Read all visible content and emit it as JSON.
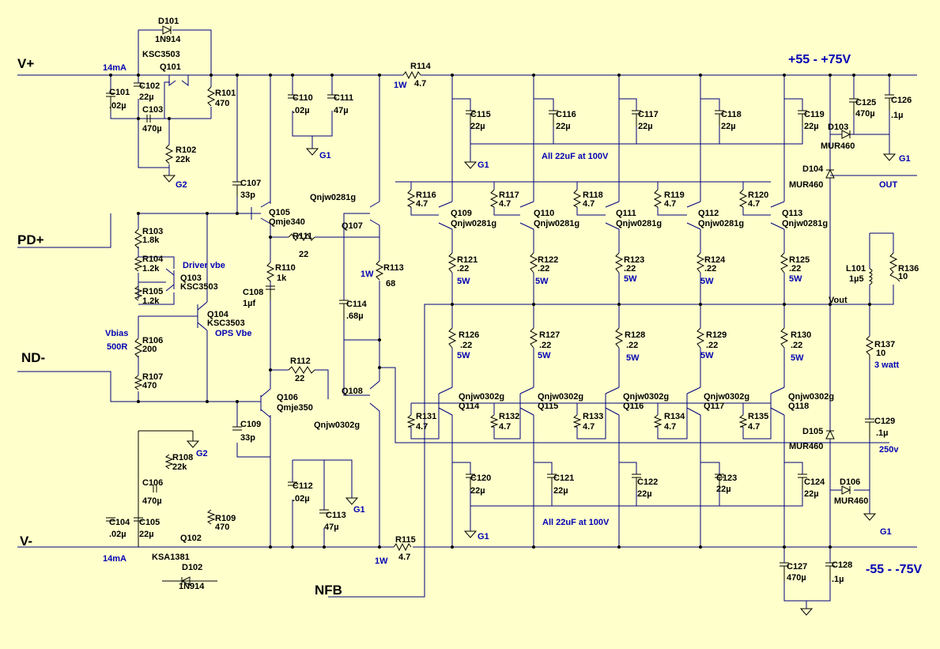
{
  "ports": {
    "vplus": "V+",
    "pdplus": "PD+",
    "ndminus": "ND-",
    "vminus": "V-",
    "nfb": "NFB",
    "out": "OUT",
    "vout": "Vout"
  },
  "rails": {
    "pos": "+55 -  +75V",
    "neg": "-55 -  -75V"
  },
  "notes": {
    "i_top": "14mA",
    "i_bot": "14mA",
    "w1": "1W",
    "w2": "1W",
    "w3": "1W",
    "caps_top": "All 22uF at 100V",
    "caps_bot": "All 22uF at 100V",
    "driver": "Driver vbe",
    "ops": "OPS Vbe",
    "vbias1": "Vbias",
    "vbias2": "500R"
  },
  "grounds": {
    "g1": "G1",
    "g2": "G2"
  },
  "parts": [
    {
      "ref": "D101",
      "val": "1N914"
    },
    {
      "ref": "Q101",
      "val": "KSC3503"
    },
    {
      "ref": "C101",
      "val": ".02µ"
    },
    {
      "ref": "C102",
      "val": "22µ"
    },
    {
      "ref": "C103",
      "val": "470µ"
    },
    {
      "ref": "R101",
      "val": "470"
    },
    {
      "ref": "R102",
      "val": "22k"
    },
    {
      "ref": "C110",
      "val": ".02µ"
    },
    {
      "ref": "C111",
      "val": "47µ"
    },
    {
      "ref": "R114",
      "val": "4.7"
    },
    {
      "ref": "C107",
      "val": "33p"
    },
    {
      "ref": "Q105",
      "val": "Qmje340"
    },
    {
      "ref": "R111",
      "val": "22"
    },
    {
      "ref": "Q107",
      "val": "Qnjw0281g"
    },
    {
      "ref": "R113",
      "val": "68"
    },
    {
      "ref": "R110",
      "val": "1k"
    },
    {
      "ref": "C108",
      "val": "1µf"
    },
    {
      "ref": "C114",
      "val": ".68µ"
    },
    {
      "ref": "R103",
      "val": "1.8k"
    },
    {
      "ref": "R104",
      "val": "1.2k"
    },
    {
      "ref": "Q103",
      "val": "KSC3503"
    },
    {
      "ref": "R105",
      "val": "1.2k"
    },
    {
      "ref": "Q104",
      "val": "KSC3503"
    },
    {
      "ref": "R106",
      "val": "200"
    },
    {
      "ref": "R107",
      "val": "470"
    },
    {
      "ref": "R112",
      "val": "22"
    },
    {
      "ref": "Q108",
      "val": "Qnjw0302g"
    },
    {
      "ref": "Q106",
      "val": "Qmje350"
    },
    {
      "ref": "C109",
      "val": "33p"
    },
    {
      "ref": "R108",
      "val": "22k"
    },
    {
      "ref": "C106",
      "val": "470µ"
    },
    {
      "ref": "C104",
      "val": ".02µ"
    },
    {
      "ref": "C105",
      "val": "22µ"
    },
    {
      "ref": "Q102",
      "val": "KSA1381"
    },
    {
      "ref": "R109",
      "val": "470"
    },
    {
      "ref": "D102",
      "val": "1N914"
    },
    {
      "ref": "C112",
      "val": ".02µ"
    },
    {
      "ref": "C113",
      "val": "47µ"
    },
    {
      "ref": "R115",
      "val": "4.7"
    },
    {
      "ref": "C115",
      "val": "22µ"
    },
    {
      "ref": "C116",
      "val": "22µ"
    },
    {
      "ref": "C117",
      "val": "22µ"
    },
    {
      "ref": "C118",
      "val": "22µ"
    },
    {
      "ref": "C119",
      "val": "22µ"
    },
    {
      "ref": "C125",
      "val": "470µ"
    },
    {
      "ref": "C126",
      "val": ".1µ"
    },
    {
      "ref": "D103",
      "val": "MUR460"
    },
    {
      "ref": "D104",
      "val": "MUR460"
    },
    {
      "ref": "R116",
      "val": "4.7"
    },
    {
      "ref": "R117",
      "val": "4.7"
    },
    {
      "ref": "R118",
      "val": "4.7"
    },
    {
      "ref": "R119",
      "val": "4.7"
    },
    {
      "ref": "R120",
      "val": "4.7"
    },
    {
      "ref": "Q109",
      "val": "Qnjw0281g"
    },
    {
      "ref": "Q110",
      "val": "Qnjw0281g"
    },
    {
      "ref": "Q111",
      "val": "Qnjw0281g"
    },
    {
      "ref": "Q112",
      "val": "Qnjw0281g"
    },
    {
      "ref": "Q113",
      "val": "Qnjw0281g"
    },
    {
      "ref": "R121",
      "val": ".22"
    },
    {
      "ref": "R122",
      "val": ".22"
    },
    {
      "ref": "R123",
      "val": ".22"
    },
    {
      "ref": "R124",
      "val": ".22"
    },
    {
      "ref": "R125",
      "val": ".22"
    },
    {
      "ref": "L101",
      "val": "1µ5"
    },
    {
      "ref": "R136",
      "val": "10"
    },
    {
      "ref": "R126",
      "val": ".22"
    },
    {
      "ref": "R127",
      "val": ".22"
    },
    {
      "ref": "R128",
      "val": ".22"
    },
    {
      "ref": "R129",
      "val": ".22"
    },
    {
      "ref": "R130",
      "val": ".22"
    },
    {
      "ref": "R137",
      "val": "10"
    },
    {
      "ref": "R137w",
      "val": "3 watt"
    },
    {
      "ref": "Q114",
      "val": "Qnjw0302g"
    },
    {
      "ref": "Q115",
      "val": "Qnjw0302g"
    },
    {
      "ref": "Q116",
      "val": "Qnjw0302g"
    },
    {
      "ref": "Q117",
      "val": "Qnjw0302g"
    },
    {
      "ref": "Q118",
      "val": "Qnjw0302g"
    },
    {
      "ref": "R131",
      "val": "4.7"
    },
    {
      "ref": "R132",
      "val": "4.7"
    },
    {
      "ref": "R133",
      "val": "4.7"
    },
    {
      "ref": "R134",
      "val": "4.7"
    },
    {
      "ref": "R135",
      "val": "4.7"
    },
    {
      "ref": "C129",
      "val": ".1µ"
    },
    {
      "ref": "C129v",
      "val": "250v"
    },
    {
      "ref": "D105",
      "val": "MUR460"
    },
    {
      "ref": "D106",
      "val": "MUR460"
    },
    {
      "ref": "C120",
      "val": "22µ"
    },
    {
      "ref": "C121",
      "val": "22µ"
    },
    {
      "ref": "C122",
      "val": "22µ"
    },
    {
      "ref": "C123",
      "val": "22µ"
    },
    {
      "ref": "C124",
      "val": "22µ"
    },
    {
      "ref": "C127",
      "val": "470µ"
    },
    {
      "ref": "C128",
      "val": ".1µ"
    }
  ],
  "power_w": [
    "5W",
    "5W",
    "5W",
    "5W",
    "5W",
    "5W",
    "5W",
    "5W",
    "5W",
    "5W"
  ]
}
